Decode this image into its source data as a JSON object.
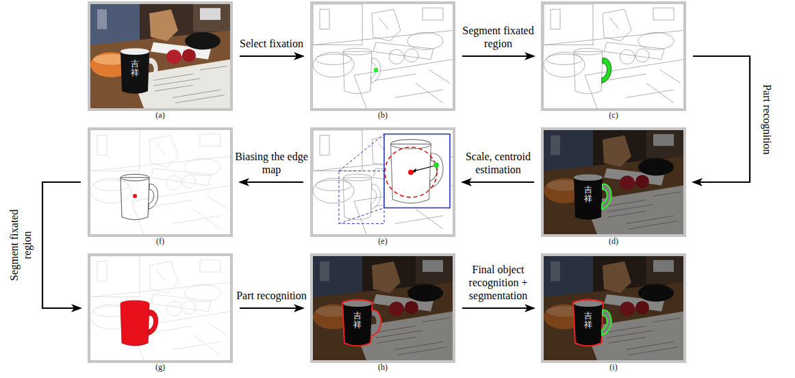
{
  "diagram": {
    "nodes": [
      {
        "text": [
          "(a)"
        ]
      },
      {
        "text": [
          "(b)"
        ]
      },
      {
        "text": [
          "(c)"
        ]
      },
      {
        "text": [
          "(d)"
        ]
      },
      {
        "text": [
          "(e)"
        ]
      },
      {
        "text": [
          "(f)"
        ]
      },
      {
        "text": [
          "(g)"
        ]
      },
      {
        "text": [
          "(h)"
        ]
      },
      {
        "text": [
          "(i)"
        ]
      }
    ],
    "edges": [
      {
        "from": 0,
        "to": 1,
        "arrow": "to",
        "label": "Select fixation"
      },
      {
        "from": 1,
        "to": 2,
        "arrow": "to",
        "label": "Segment fixated region"
      },
      {
        "from": 2,
        "to": 3,
        "arrow": "to",
        "label": "Part recognition"
      },
      {
        "from": 3,
        "to": 4,
        "arrow": "to",
        "label": "Scale, centroid estimation"
      },
      {
        "from": 4,
        "to": 5,
        "arrow": "to",
        "label": "Biasing the edge map"
      },
      {
        "from": 5,
        "to": 6,
        "arrow": "to",
        "label": "Segment fixated region"
      },
      {
        "from": 6,
        "to": 7,
        "arrow": "to",
        "label": "Part recognition"
      },
      {
        "from": 7,
        "to": 8,
        "arrow": "to",
        "label": "Final object recognition + segmentation"
      }
    ],
    "labels": [
      "吉祥",
      "吉祥",
      "吉祥",
      "吉祥"
    ]
  }
}
